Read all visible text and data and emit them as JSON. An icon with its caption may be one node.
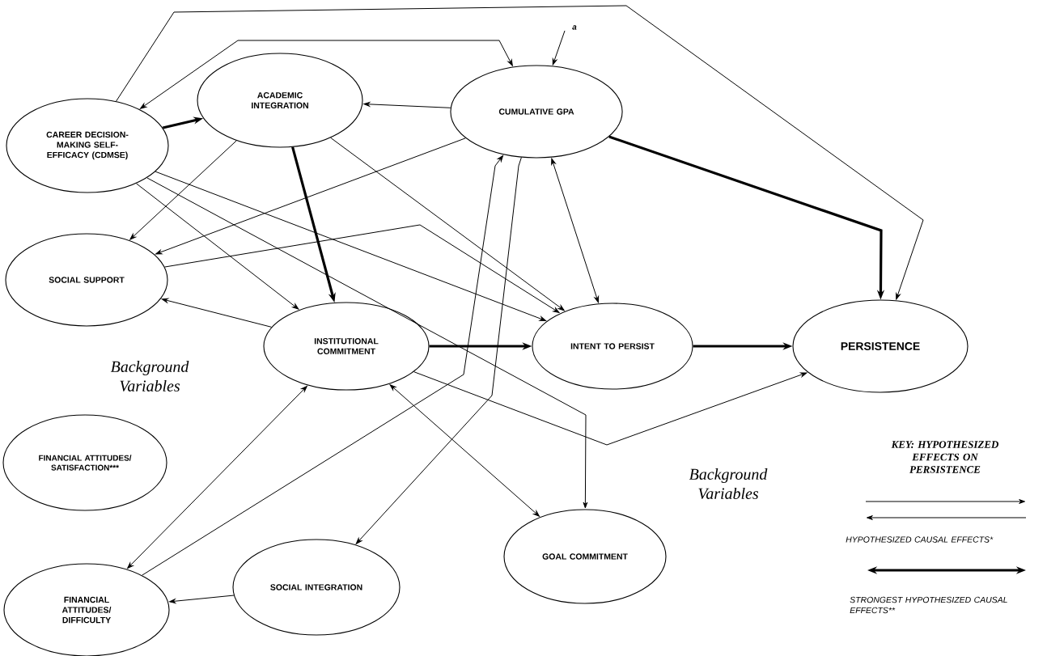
{
  "diagram": {
    "nodes": [
      {
        "text": [
          "CAREER DECISION-MAKING SELF-EFFICACY (CDMSE)"
        ]
      },
      {
        "text": [
          "ACADEMIC INTEGRATION"
        ]
      },
      {
        "text": [
          "CUMULATIVE GPA"
        ]
      },
      {
        "text": [
          "SOCIAL SUPPORT"
        ]
      },
      {
        "text": [
          "INSTITUTIONAL COMMITMENT"
        ]
      },
      {
        "text": [
          "INTENT TO PERSIST"
        ]
      },
      {
        "text": [
          "PERSISTENCE"
        ]
      },
      {
        "text": [
          "FINANCIAL ATTITUDES/ SATISFACTION***"
        ]
      },
      {
        "text": [
          "GOAL COMMITMENT"
        ]
      },
      {
        "text": [
          "SOCIAL INTEGRATION"
        ]
      },
      {
        "text": [
          "FINANCIAL ATTITUDES/ DIFFICULTY"
        ]
      }
    ],
    "edges": [
      {
        "from": 0,
        "to": 1,
        "arrow": "to",
        "style": "thick"
      },
      {
        "from": 0,
        "to": 6,
        "arrow": "to"
      },
      {
        "from": 0,
        "to": 2,
        "arrow": "both"
      },
      {
        "from": 2,
        "to": 1,
        "arrow": "to"
      },
      {
        "from": 1,
        "to": 3,
        "arrow": "to"
      },
      {
        "from": 0,
        "to": 4,
        "arrow": "to"
      },
      {
        "from": 1,
        "to": 4,
        "arrow": "to",
        "style": "thick"
      },
      {
        "from": 2,
        "to": 3,
        "arrow": "to"
      },
      {
        "from": 3,
        "to": 5,
        "arrow": "to"
      },
      {
        "from": 0,
        "to": 5,
        "arrow": "to"
      },
      {
        "from": 1,
        "to": 5,
        "arrow": "to"
      },
      {
        "from": 0,
        "to": 8,
        "arrow": "to"
      },
      {
        "from": 2,
        "to": 5,
        "arrow": "both"
      },
      {
        "from": 4,
        "to": 3,
        "arrow": "to"
      },
      {
        "from": 4,
        "to": 5,
        "arrow": "to",
        "style": "thick"
      },
      {
        "from": 5,
        "to": 6,
        "arrow": "to",
        "style": "thick"
      },
      {
        "from": 2,
        "to": 6,
        "arrow": "to",
        "style": "thick"
      },
      {
        "from": 4,
        "to": 6,
        "arrow": "to"
      },
      {
        "from": 10,
        "to": 4,
        "arrow": "both"
      },
      {
        "from": 10,
        "to": 2,
        "arrow": "to"
      },
      {
        "from": 2,
        "to": 9,
        "arrow": "to"
      },
      {
        "from": 9,
        "to": 10,
        "arrow": "to"
      },
      {
        "from": 4,
        "to": 8,
        "arrow": "both"
      },
      {
        "from": null,
        "to": 2,
        "arrow": "to",
        "label": "a"
      }
    ],
    "labels": [
      "Background Variables",
      "Background Variables",
      "KEY: HYPOTHESIZED EFFECTS ON PERSISTENCE"
    ],
    "legend": [
      {
        "text": "HYPOTHESIZED CAUSAL EFFECTS*"
      },
      {
        "text": "STRONGEST HYPOTHESIZED CAUSAL EFFECTS**"
      }
    ]
  }
}
